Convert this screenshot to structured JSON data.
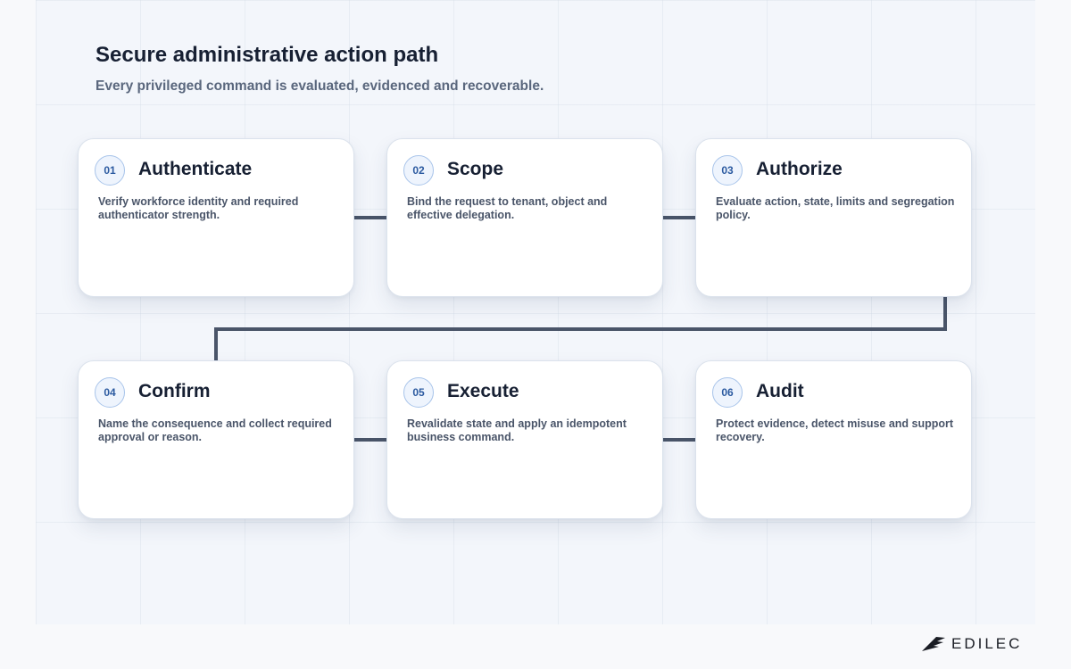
{
  "header": {
    "title": "Secure administrative action path",
    "subtitle": "Every privileged command is evaluated, evidenced and recoverable."
  },
  "steps": [
    {
      "number": "01",
      "title": "Authenticate",
      "description": "Verify workforce identity and required authenticator strength."
    },
    {
      "number": "02",
      "title": "Scope",
      "description": "Bind the request to tenant, object and effective delegation."
    },
    {
      "number": "03",
      "title": "Authorize",
      "description": "Evaluate action, state, limits and segregation policy."
    },
    {
      "number": "04",
      "title": "Confirm",
      "description": "Name the consequence and collect required approval or reason."
    },
    {
      "number": "05",
      "title": "Execute",
      "description": "Revalidate state and apply an idempotent business command."
    },
    {
      "number": "06",
      "title": "Audit",
      "description": "Protect evidence, detect misuse and support recovery."
    }
  ],
  "colors": {
    "connector": "#4a5569",
    "badge_border": "#a8c4ea",
    "badge_text": "#2b5aa0"
  },
  "logo": {
    "icon": "edilec-wing-logo-icon",
    "text": "EDILEC"
  }
}
